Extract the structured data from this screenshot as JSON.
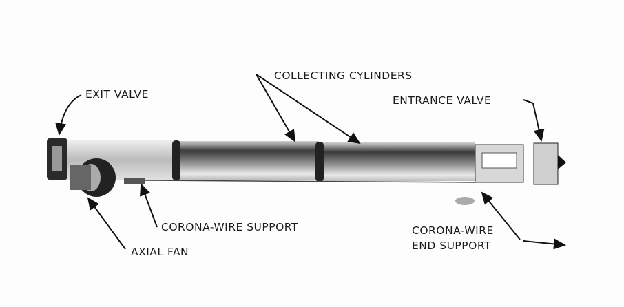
{
  "labels": {
    "collecting_cylinders": "COLLECTING CYLINDERS",
    "exit_valve": "EXIT VALVE",
    "entrance_valve": "ENTRANCE VALVE",
    "corona_wire_support": "CORONA-WIRE SUPPORT",
    "axial_fan": "AXIAL FAN",
    "corona_wire_end_support_line1": "CORONA-WIRE",
    "corona_wire_end_support_line2": "END SUPPORT"
  }
}
